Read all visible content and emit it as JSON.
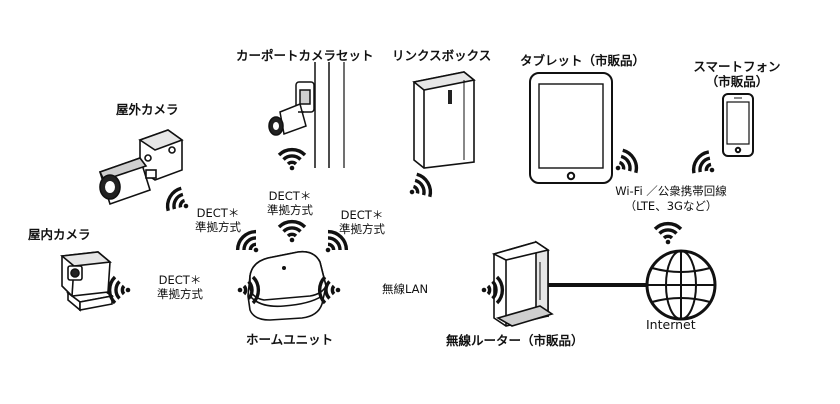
{
  "devices": {
    "outdoor_camera": "屋外カメラ",
    "carport_camera_set": "カーポートカメラセット",
    "link_box": "リンクスボックス",
    "tablet": "タブレット（市販品）",
    "smartphone_line1": "スマートフォン",
    "smartphone_line2": "（市販品）",
    "indoor_camera": "屋内カメラ",
    "home_unit": "ホームユニット",
    "router": "無線ルーター（市販品）",
    "internet": "Internet"
  },
  "connections": {
    "dect_line1": "DECT＊",
    "dect_line2": "準拠方式",
    "wireless_lan": "無線LAN",
    "wifi_line1": "Wi-Fi ／公衆携帯回線",
    "wifi_line2": "（LTE、3Gなど）"
  },
  "colors": {
    "ink": "#111111",
    "device_fill": "#ffffff",
    "shade": "#cfcfcf"
  }
}
